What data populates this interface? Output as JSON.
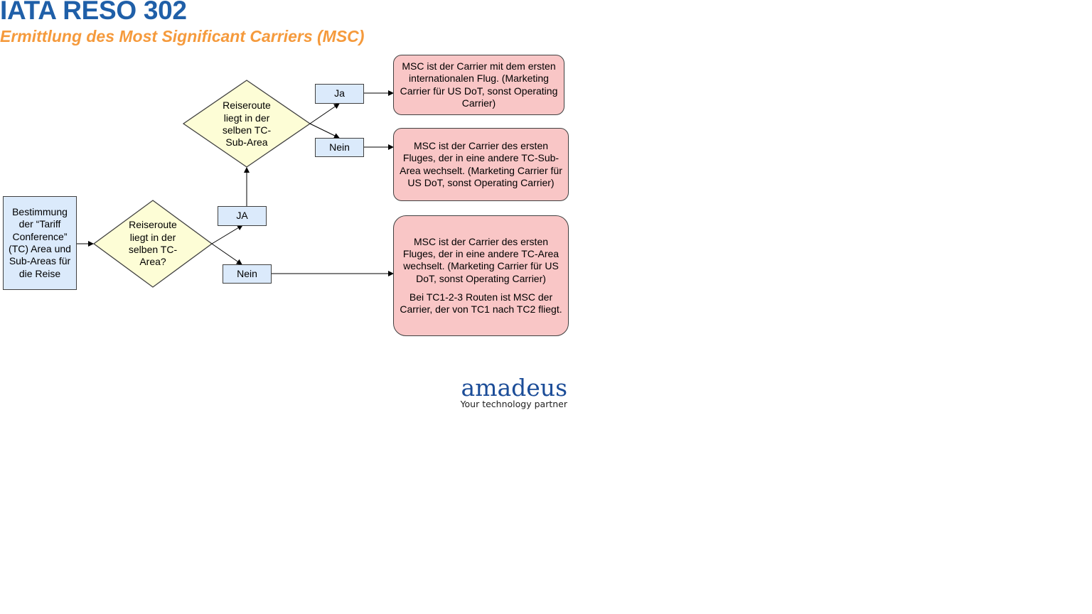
{
  "header": {
    "title": "IATA RESO 302",
    "subtitle": "Ermittlung des Most Significant Carriers (MSC)"
  },
  "flowchart": {
    "start": "Bestimmung der “Tariff Conference” (TC) Area und Sub-Areas für die Reise",
    "decision_area": "Reiseroute liegt in der selben TC-Area?",
    "decision_subarea": "Reiseroute liegt in der selben TC-Sub-Area",
    "label_ja_upper": "JA",
    "label_nein_lower": "Nein",
    "label_ja_sub": "Ja",
    "label_nein_sub": "Nein",
    "result_same_subarea": "MSC ist der Carrier mit dem ersten internationalen Flug. (Marketing  Carrier für US DoT, sonst Operating Carrier)",
    "result_other_subarea": "MSC ist der Carrier des ersten Fluges, der in eine andere TC-Sub-Area wechselt. (Marketing Carrier für US DoT, sonst Operating Carrier)",
    "result_other_area": "MSC ist der Carrier des ersten Fluges, der in eine andere TC-Area wechselt. (Marketing Carrier für US DoT, sonst Operating Carrier)",
    "result_other_area_note": "Bei TC1-2-3 Routen ist MSC der Carrier, der von  TC1 nach TC2 fliegt."
  },
  "logo": {
    "brand": "amadeus",
    "tagline": "Your technology partner"
  },
  "colors": {
    "title": "#1f5fa8",
    "subtitle": "#f59a3c",
    "process_fill": "#dbeafb",
    "decision_fill": "#fdfdd6",
    "result_fill": "#f9c6c6"
  }
}
